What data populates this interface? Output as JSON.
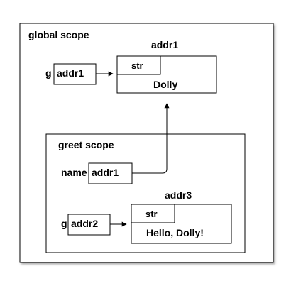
{
  "global_scope": {
    "label": "global scope",
    "variable": {
      "name": "g",
      "value": "addr1"
    },
    "object": {
      "address": "addr1",
      "type": "str",
      "value": "Dolly"
    }
  },
  "greet_scope": {
    "label": "greet scope",
    "variables": [
      {
        "name": "name",
        "value": "addr1"
      },
      {
        "name": "g",
        "value": "addr2"
      }
    ],
    "object": {
      "address": "addr3",
      "type": "str",
      "value": "Hello, Dolly!"
    }
  }
}
